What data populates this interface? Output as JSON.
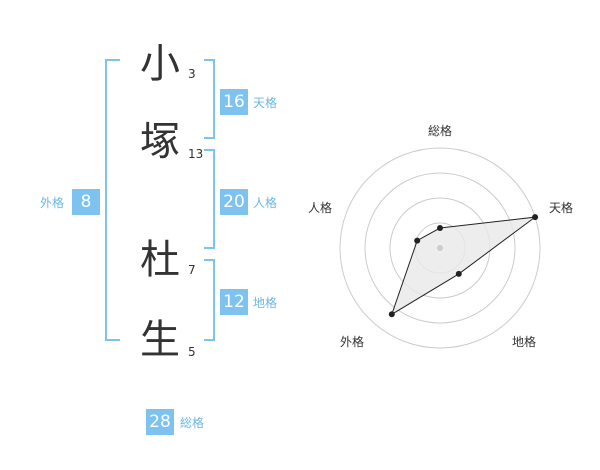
{
  "name": {
    "characters": [
      {
        "char": "小",
        "strokes": "3"
      },
      {
        "char": "塚",
        "strokes": "13"
      },
      {
        "char": "杜",
        "strokes": "7"
      },
      {
        "char": "生",
        "strokes": "5"
      }
    ]
  },
  "fortune": {
    "tenkaku": {
      "label": "天格",
      "value": "16"
    },
    "jinkaku": {
      "label": "人格",
      "value": "20"
    },
    "chikaku": {
      "label": "地格",
      "value": "12"
    },
    "gaikaku": {
      "label": "外格",
      "value": "8"
    },
    "soukaku": {
      "label": "総格",
      "value": "28"
    }
  },
  "radar": {
    "axes": [
      "総格",
      "天格",
      "地格",
      "外格",
      "人格"
    ],
    "values": [
      0.2,
      1.0,
      0.32,
      0.82,
      0.24
    ],
    "rings": 4
  },
  "colors": {
    "accent": "#7ec3f0",
    "accent_text": "#6cb7e6",
    "text": "#333333",
    "grid": "#cccccc",
    "polygon_fill": "#e8e8e8",
    "line": "#222222"
  }
}
